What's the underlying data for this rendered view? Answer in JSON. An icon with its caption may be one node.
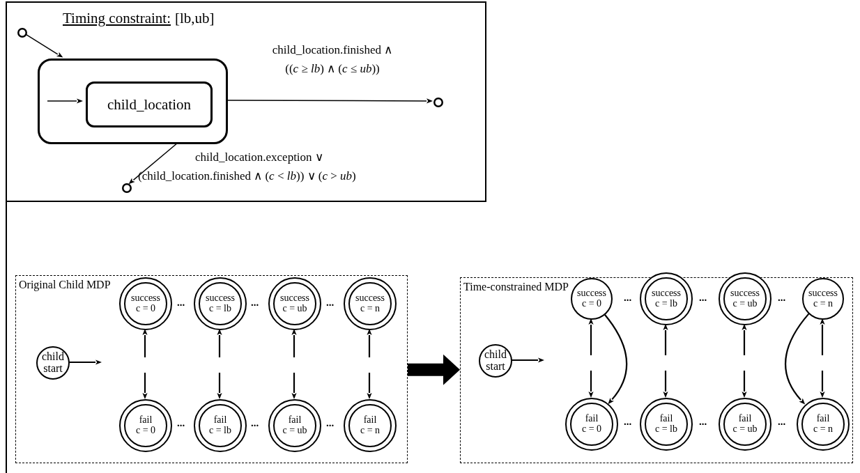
{
  "diagram": {
    "nodes": [
      {
        "text": [
          "Timing constraint:",
          "[lb,ub]"
        ]
      },
      {
        "text": [],
        "shape": "circle",
        "in": 0
      },
      {
        "text": [],
        "shape": "box",
        "in": 0
      },
      {
        "text": [
          "child_location"
        ],
        "in": 2
      },
      {
        "text": [],
        "shape": "circle",
        "in": 0
      },
      {
        "text": [],
        "shape": "circle",
        "in": 0
      },
      {
        "text": [
          "Original Child MDP"
        ]
      },
      {
        "text": [
          "child start"
        ],
        "in": 6
      },
      {
        "text": [
          "success c = 0"
        ],
        "in": 6
      },
      {
        "text": [
          "success c = lb"
        ],
        "in": 6
      },
      {
        "text": [
          "success c = ub"
        ],
        "in": 6
      },
      {
        "text": [
          "success c = n"
        ],
        "in": 6
      },
      {
        "text": [
          "fail c = 0"
        ],
        "in": 6
      },
      {
        "text": [
          "fail c = lb"
        ],
        "in": 6
      },
      {
        "text": [
          "fail c = ub"
        ],
        "in": 6
      },
      {
        "text": [
          "fail c = n"
        ],
        "in": 6
      },
      {
        "text": [
          "Time-constrained MDP"
        ]
      },
      {
        "text": [
          "child start"
        ],
        "in": 16
      },
      {
        "text": [
          "success c = 0"
        ],
        "in": 16
      },
      {
        "text": [
          "success c = lb"
        ],
        "in": 16
      },
      {
        "text": [
          "success c = ub"
        ],
        "in": 16
      },
      {
        "text": [
          "success c = n"
        ],
        "in": 16
      },
      {
        "text": [
          "fail c = 0"
        ],
        "in": 16
      },
      {
        "text": [
          "fail c = lb"
        ],
        "in": 16
      },
      {
        "text": [
          "fail c = ub"
        ],
        "in": 16
      },
      {
        "text": [
          "fail c = n"
        ],
        "in": 16
      }
    ],
    "edges": [
      {
        "from": 1,
        "to": 2,
        "arrow": "to"
      },
      {
        "from": null,
        "to": 3,
        "arrow": "to"
      },
      {
        "from": 2,
        "to": 4,
        "arrow": "to",
        "label": "child_location.finished ∧ ((*c* ≥ *lb*) ∧ (*c* ≤ *ub*))"
      },
      {
        "from": 2,
        "to": 5,
        "arrow": "to",
        "label": "child_location.exception ∨ (child_location.finished ∧ (*c* < *lb*)) ∨ (*c* > *ub*)"
      },
      {
        "from": 7,
        "to": null,
        "arrow": "to"
      },
      {
        "from": null,
        "to": 8,
        "arrow": "to"
      },
      {
        "from": null,
        "to": 9,
        "arrow": "to"
      },
      {
        "from": null,
        "to": 10,
        "arrow": "to"
      },
      {
        "from": null,
        "to": 11,
        "arrow": "to"
      },
      {
        "from": null,
        "to": 12,
        "arrow": "to"
      },
      {
        "from": null,
        "to": 13,
        "arrow": "to"
      },
      {
        "from": null,
        "to": 14,
        "arrow": "to"
      },
      {
        "from": null,
        "to": 15,
        "arrow": "to"
      },
      {
        "from": 6,
        "to": 16,
        "arrow": "to",
        "style": "thick"
      },
      {
        "from": 17,
        "to": null,
        "arrow": "to"
      },
      {
        "from": null,
        "to": 18,
        "arrow": "to"
      },
      {
        "from": null,
        "to": 19,
        "arrow": "to"
      },
      {
        "from": null,
        "to": 20,
        "arrow": "to"
      },
      {
        "from": null,
        "to": 21,
        "arrow": "to"
      },
      {
        "from": null,
        "to": 22,
        "arrow": "to"
      },
      {
        "from": null,
        "to": 23,
        "arrow": "to"
      },
      {
        "from": null,
        "to": 24,
        "arrow": "to"
      },
      {
        "from": null,
        "to": 25,
        "arrow": "to"
      },
      {
        "from": 18,
        "to": 22,
        "arrow": "to"
      },
      {
        "from": 21,
        "to": 25,
        "arrow": "to"
      }
    ],
    "labels": [
      "...",
      "...",
      "...",
      "...",
      "...",
      "...",
      "...",
      "...",
      "...",
      "...",
      "...",
      "..."
    ]
  }
}
